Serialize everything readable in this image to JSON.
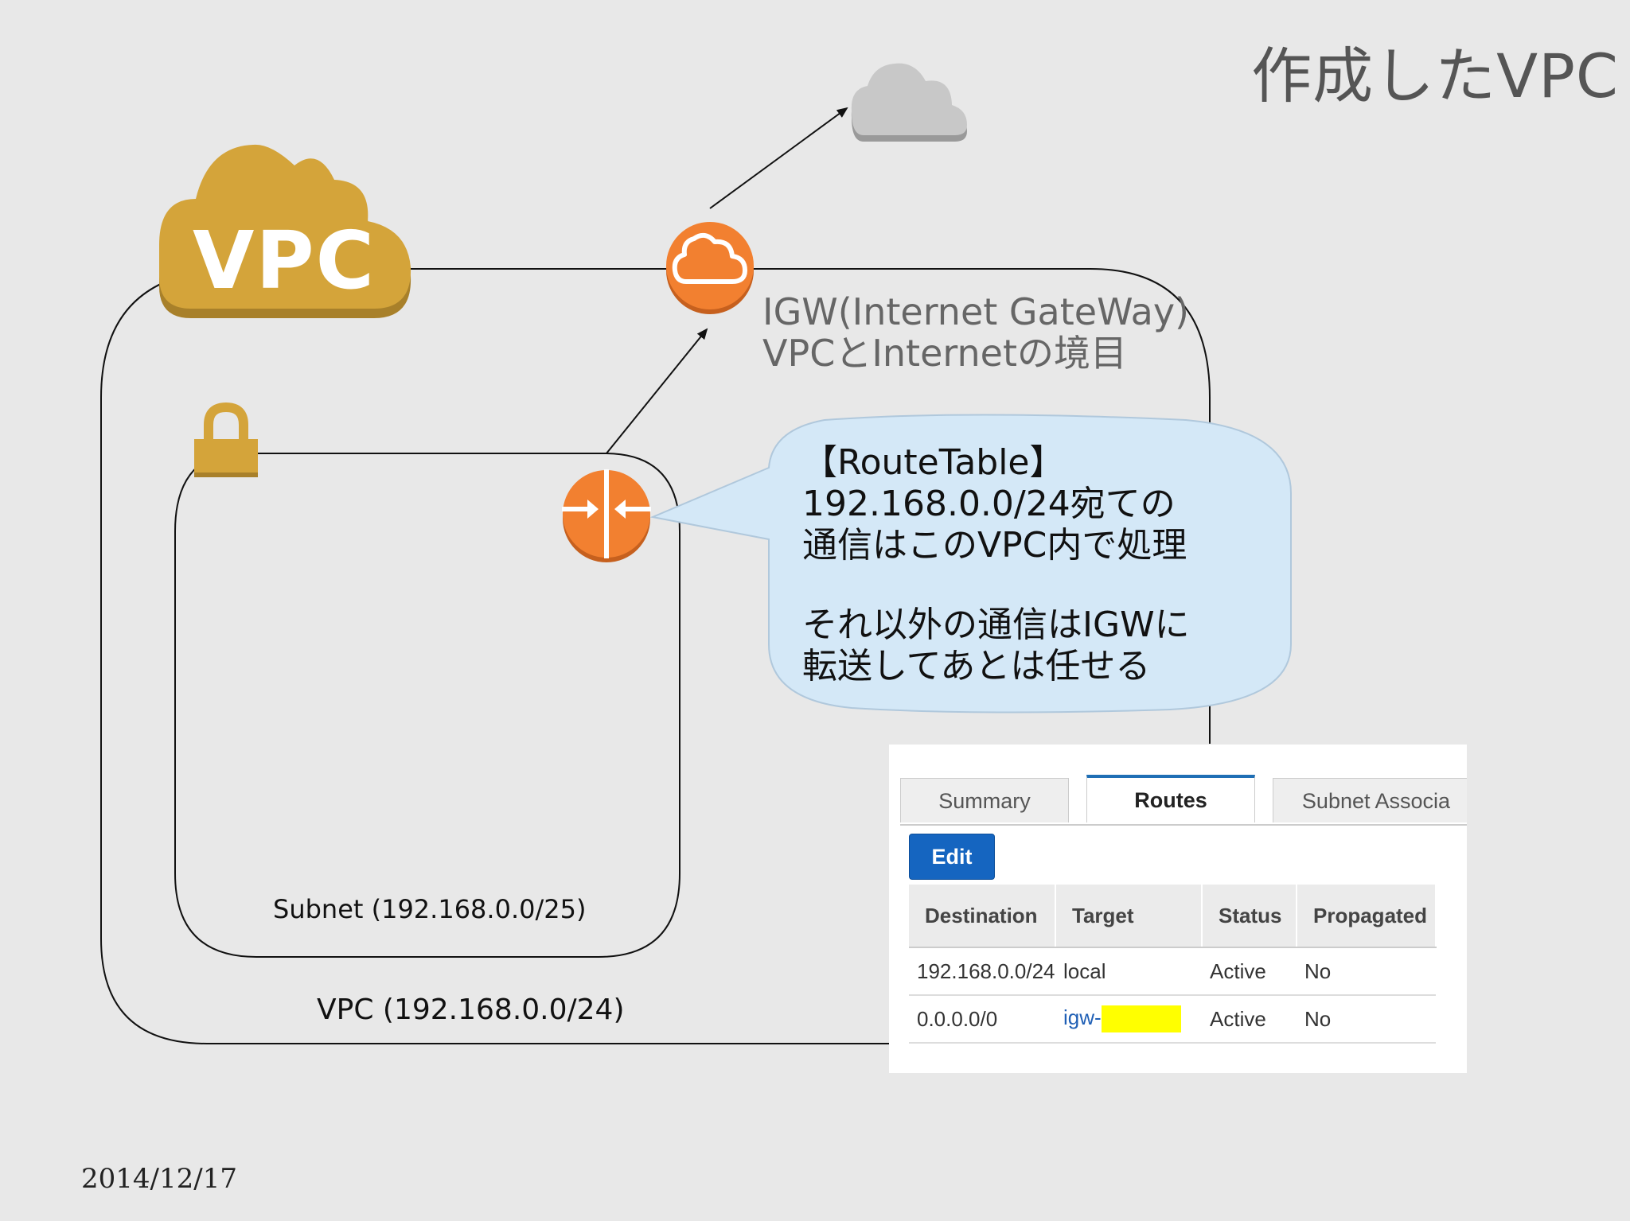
{
  "slide": {
    "title": "作成したVPC",
    "date": "2014/12/17"
  },
  "vpc_badge": {
    "label": "VPC"
  },
  "igw": {
    "label_line1": "IGW(Internet GateWay)",
    "label_line2": "VPCとInternetの境目"
  },
  "route_table_bubble": {
    "line1": "【RouteTable】",
    "line2": "192.168.0.0/24宛ての",
    "line3": "通信はこのVPC内で処理",
    "line4": "それ以外の通信はIGWに",
    "line5": "転送してあとは任せる"
  },
  "labels": {
    "subnet": "Subnet (192.168.0.0/25)",
    "vpc": "VPC (192.168.0.0/24)"
  },
  "console": {
    "tabs": [
      {
        "label": "Summary",
        "active": false
      },
      {
        "label": "Routes",
        "active": true
      },
      {
        "label": "Subnet Associa",
        "active": false
      }
    ],
    "edit_label": "Edit",
    "columns": [
      "Destination",
      "Target",
      "Status",
      "Propagated"
    ],
    "rows": [
      {
        "destination": "192.168.0.0/24",
        "target": "local",
        "status": "Active",
        "propagated": "No"
      },
      {
        "destination": "0.0.0.0/0",
        "target": "igw-",
        "status": "Active",
        "propagated": "No"
      }
    ]
  },
  "colors": {
    "background": "#e8e8e8",
    "vpc_cloud": "#d4a43a",
    "vpc_cloud_shadow": "#a8802a",
    "igw_orange": "#f28030",
    "internet_cloud": "#c8c8c8",
    "bubble_fill": "#d4e8f7",
    "redaction": "#ffff00"
  },
  "icons": {
    "vpc": "vpc-cloud-icon",
    "igw": "internet-gateway-icon",
    "router": "router-icon",
    "internet": "cloud-icon",
    "subnet": "lock-icon"
  }
}
